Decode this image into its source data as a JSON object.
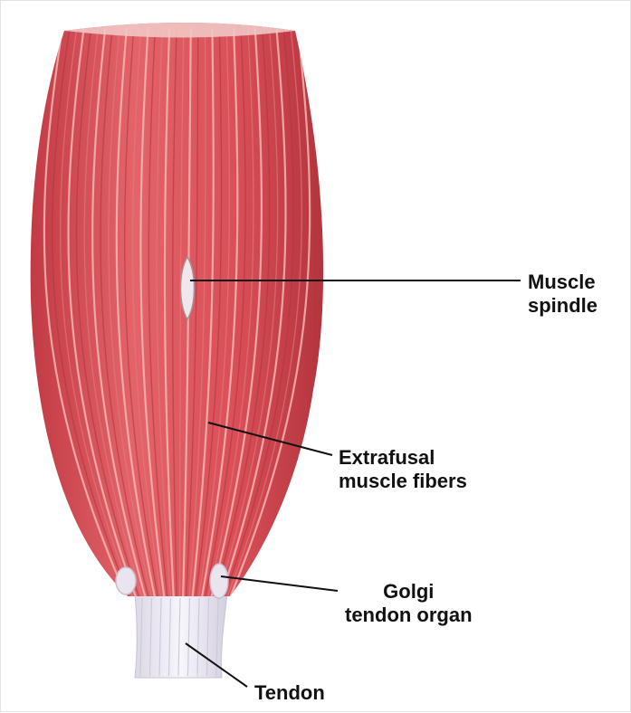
{
  "labels": {
    "muscle_spindle": [
      "Muscle",
      "spindle"
    ],
    "extrafusal_fibers": [
      "Extrafusal",
      "muscle fibers"
    ],
    "golgi_tendon_organ": [
      "Golgi",
      "tendon organ"
    ],
    "tendon": [
      "Tendon"
    ]
  },
  "colors": {
    "muscle": "#d9525a",
    "muscle_highlight": "#f4b6b2",
    "muscle_shadow": "#b2333d",
    "tendon": "#eceaf2",
    "leader_line": "#111111"
  }
}
